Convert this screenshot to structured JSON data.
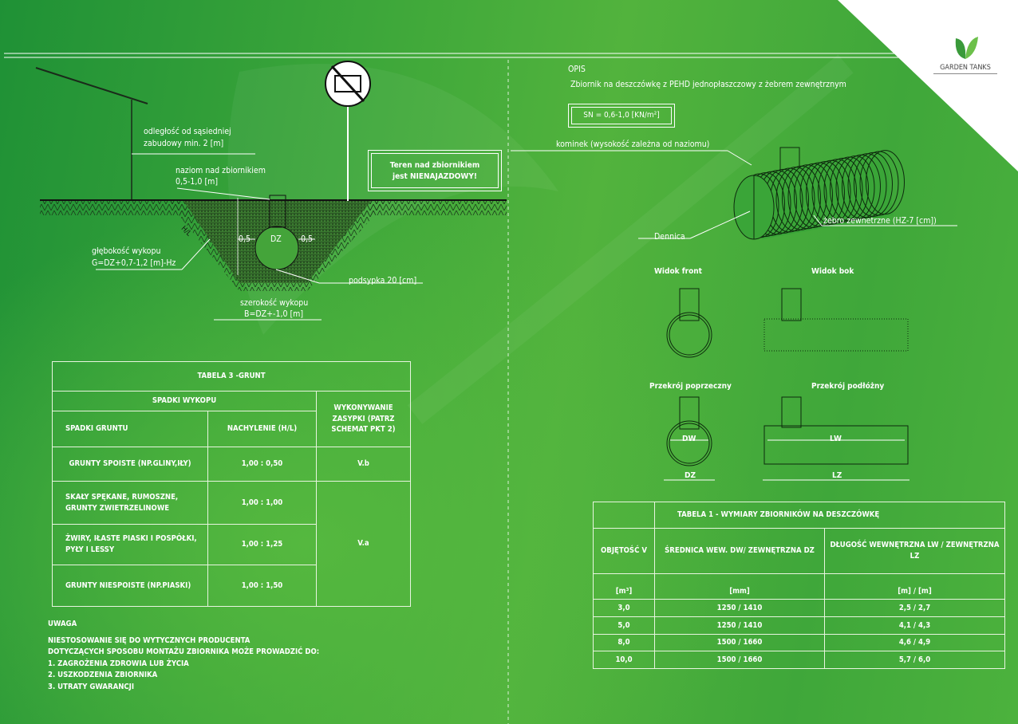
{
  "brand": {
    "name": "GARDEN TANKS"
  },
  "left_diagram": {
    "distance_label_1": "odległość od sąsiedniej",
    "distance_label_2": "zabudowy min. 2 [m]",
    "cover_label_1": "naziom nad zbiornikiem",
    "cover_label_2": "0,5-1,0 [m]",
    "warning_1": "Teren nad zbiornikiem",
    "warning_2": "jest NIENAJAZDOWY!",
    "depth_label_1": "głębokość wykopu",
    "depth_label_2": "G=DZ+0,7-1,2 [m]-Hz",
    "slope": "H/L",
    "gap_left": "0,5",
    "dz": "DZ",
    "gap_right": "0,5",
    "bedding": "podsypka 20 [cm]",
    "width_label_1": "szerokość wykopu",
    "width_label_2": "B=DZ+-1,0 [m]"
  },
  "table3": {
    "title": "TABELA 3 -GRUNT",
    "group_header": "SPADKI WYKOPU",
    "col_soil": "SPADKI GRUNTU",
    "col_slope": "NACHYLENIE (H/L)",
    "col_backfill": "WYKONYWANIE ZASYPKI (PATRZ SCHEMAT PKT 2)",
    "rows": [
      {
        "soil": "GRUNTY SPOISTE (NP.GLINY,IŁY)",
        "slope": "1,00 : 0,50",
        "backfill": "V.b"
      },
      {
        "soil": "SKAŁY SPĘKANE, RUMOSZNE, GRUNTY ZWIETRZELINOWE",
        "slope": "1,00 : 1,00",
        "backfill": "V.a"
      },
      {
        "soil": "ŻWIRY, IŁASTE PIASKI I POSPÓŁKI, PYŁY I LESSY",
        "slope": "1,00 : 1,25"
      },
      {
        "soil": "GRUNTY NIESPOISTE (NP.PIASKI)",
        "slope": "1,00 : 1,50"
      }
    ]
  },
  "notice": {
    "title": "UWAGA",
    "lines": [
      "NIESTOSOWANIE SIĘ DO WYTYCZNYCH PRODUCENTA",
      "DOTYCZĄCYCH SPOSOBU MONTAŻU ZBIORNIKA MOŻE PROWADZIĆ DO:",
      "1. ZAGROŻENIA ZDROWIA LUB ŻYCIA",
      "2. USZKODZENIA ZBIORNIKA",
      "3. UTRATY GWARANCJI"
    ]
  },
  "description": {
    "title": "OPIS",
    "text": "Zbiornik na deszczówkę z PEHD jednopłaszczowy z żebrem zewnętrznym",
    "sn": "SN = 0,6-1,0 [KN/m²]",
    "chimney": "kominek (wysokość zależna od naziomu)",
    "rib": "żebro zewnetrzne (HZ-7 [cm])",
    "end": "Dennica"
  },
  "views": {
    "front": "Widok front",
    "side": "Widok bok",
    "cross": "Przekrój poprzeczny",
    "long": "Przekrój podłóżny",
    "dw": "DW",
    "dz": "DZ",
    "lw": "LW",
    "lz": "LZ"
  },
  "table1": {
    "title": "TABELA 1 - WYMIARY ZBIORNIKÓW NA DESZCZÓWKĘ",
    "col_volume": "OBJĘTOŚĆ V",
    "col_diameter": "ŚREDNICA WEW. DW/ ZEWNĘTRZNA DZ",
    "col_length": "DŁUGOŚĆ WEWNĘTRZNA LW / ZEWNĘTRZNA LZ",
    "unit_volume": "[m³]",
    "unit_diameter": "[mm]",
    "unit_length": "[m] / [m]",
    "rows": [
      {
        "v": "3,0",
        "d": "1250 / 1410",
        "l": "2,5 / 2,7"
      },
      {
        "v": "5,0",
        "d": "1250 / 1410",
        "l": "4,1 / 4,3"
      },
      {
        "v": "8,0",
        "d": "1500 / 1660",
        "l": "4,6 / 4,9"
      },
      {
        "v": "10,0",
        "d": "1500 / 1660",
        "l": "5,7 / 6,0"
      }
    ]
  }
}
